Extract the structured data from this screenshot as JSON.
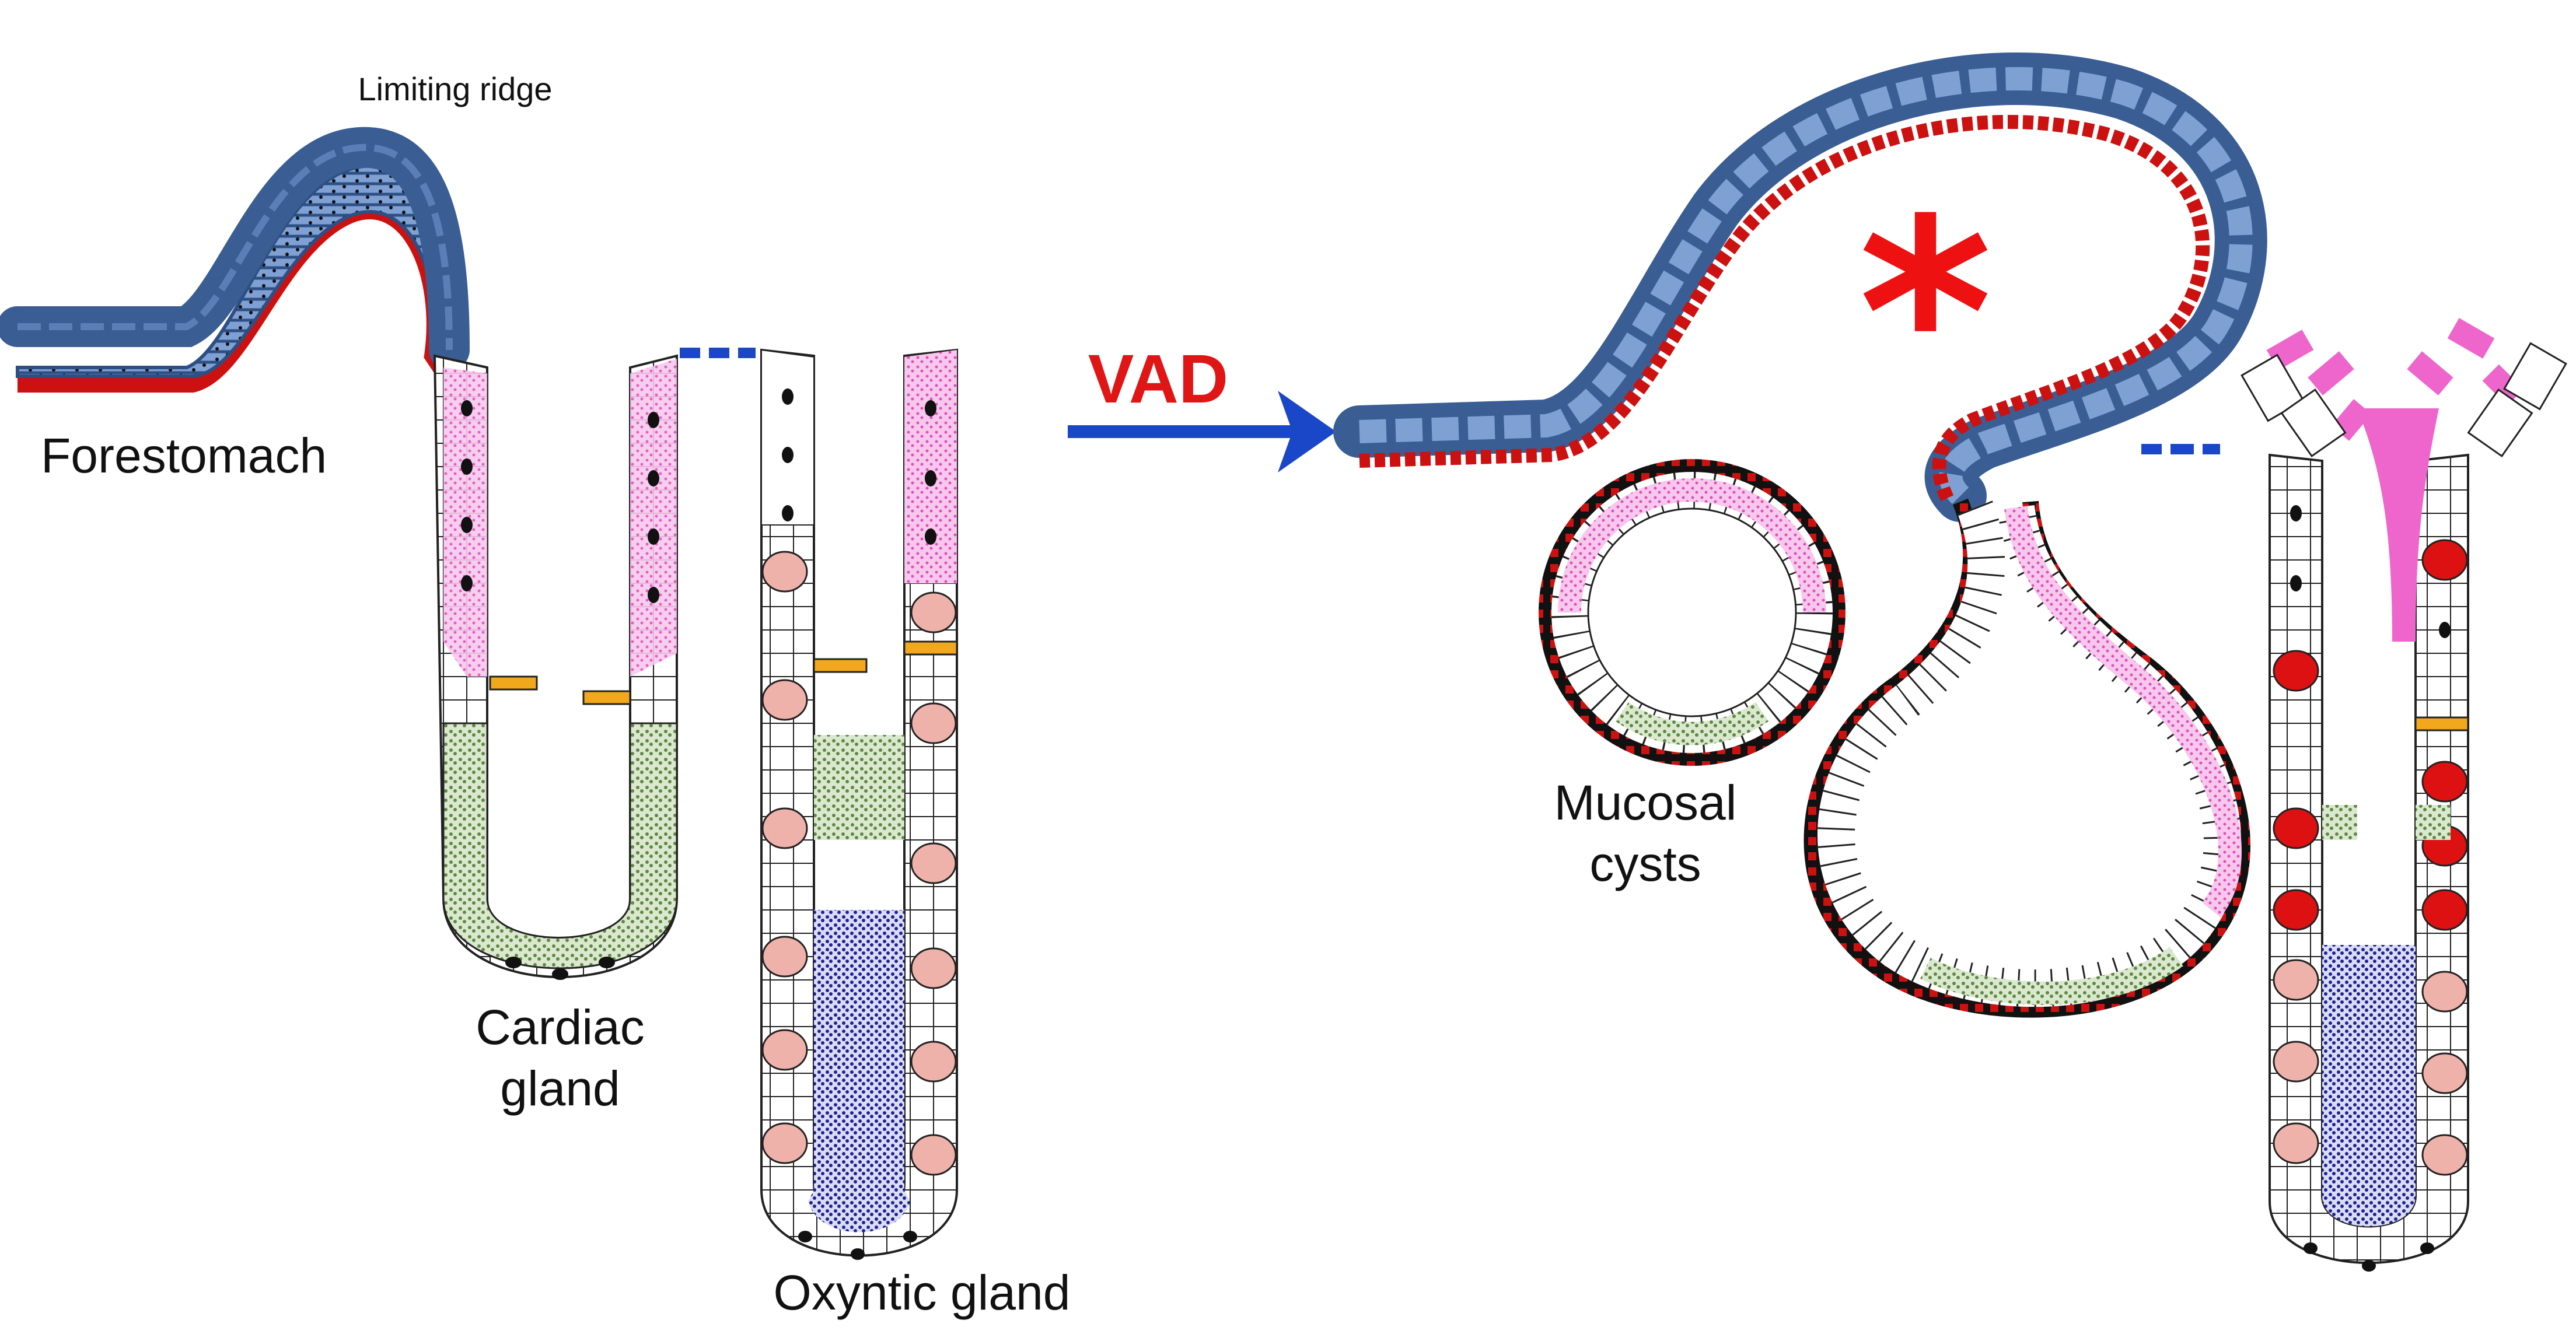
{
  "labels": {
    "limiting_ridge": "Limiting ridge",
    "forestomach": "Forestomach",
    "cardiac_line1": "Cardiac",
    "cardiac_line2": "gland",
    "oxyntic": "Oxyntic gland",
    "vad": "VAD",
    "mucosal_line1": "Mucosal",
    "mucosal_line2": "cysts",
    "asterisk": "*"
  },
  "colors": {
    "squamous": "#3a5e93",
    "squamous_light": "#7fa0d2",
    "basal": "#cc1111",
    "mucous": "#ee66cc",
    "chief": "#22228f",
    "parietal": "#efb2aa",
    "parietal_vad": "#dd1111",
    "neck": "#5c8a42",
    "junction": "#f2a81d",
    "arrow": "#1a47c8",
    "vad_text": "#e01515",
    "asterisk": "#ee1111"
  }
}
